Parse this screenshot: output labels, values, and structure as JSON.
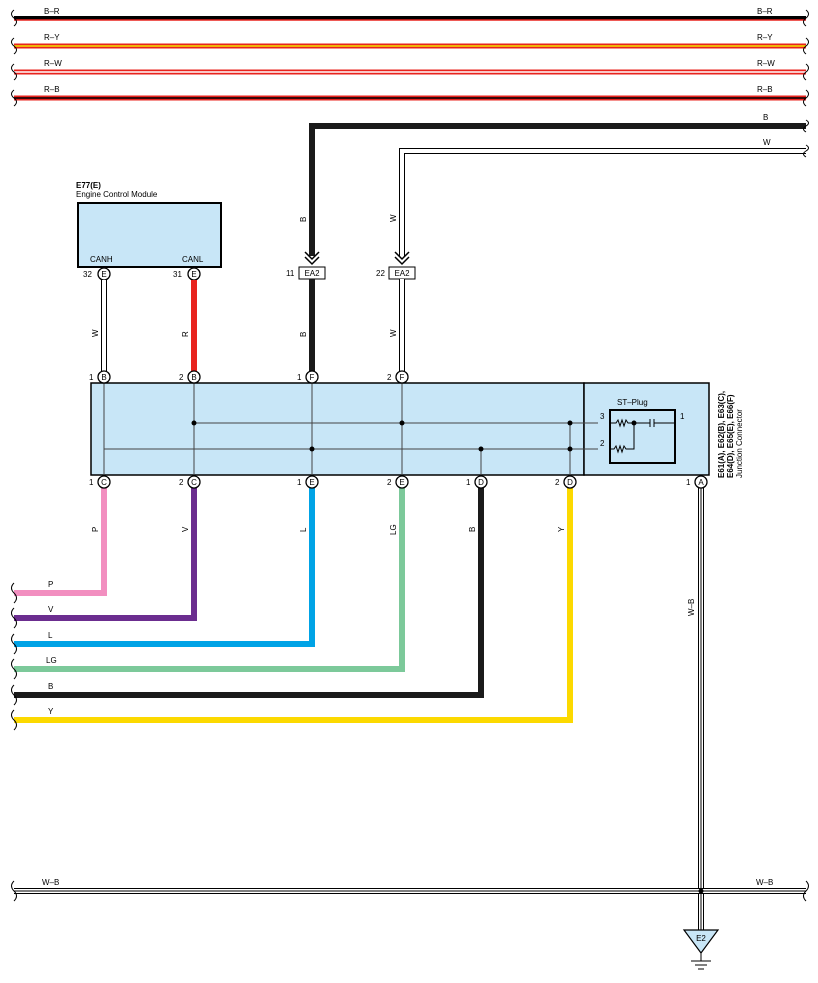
{
  "top_buses": [
    {
      "label": "B–R",
      "label_right": "B–R",
      "stripe": "#000000",
      "base": "#000000"
    },
    {
      "label": "R–Y",
      "label_right": "R–Y",
      "stripe": "#f2e600",
      "base": "#e8231e"
    },
    {
      "label": "R–W",
      "label_right": "R–W",
      "stripe": "#ffffff",
      "base": "#e8231e"
    },
    {
      "label": "R–B",
      "label_right": "R–B",
      "stripe": "#000000",
      "base": "#e8231e"
    }
  ],
  "ecm": {
    "code": "E77(E)",
    "name": "Engine Control Module",
    "pin_canh": "CANH",
    "pin_canl": "CANL",
    "canh_num": "32",
    "canh_conn": "E",
    "canl_num": "31",
    "canl_conn": "E"
  },
  "ea2_left": {
    "num": "11",
    "name": "EA2"
  },
  "ea2_right": {
    "num": "22",
    "name": "EA2"
  },
  "wire_labels": {
    "b_top": "B",
    "w_top": "W",
    "b_right": "B",
    "w_right": "W",
    "w_can": "W",
    "r_can": "R",
    "b_mid": "B",
    "w_mid": "W",
    "wb_vert": "W–B"
  },
  "jc": {
    "title": "E61(A), E62(B), E63(C),",
    "title2": "E64(D), E65(E), E66(F)",
    "subtitle": "Junction Connector",
    "st_plug": "ST–Plug",
    "st_pin3": "3",
    "st_pin1": "1",
    "st_pin2": "2",
    "top_pins": [
      {
        "num": "1",
        "conn": "B"
      },
      {
        "num": "2",
        "conn": "B"
      },
      {
        "num": "1",
        "conn": "F"
      },
      {
        "num": "2",
        "conn": "F"
      }
    ],
    "bottom_pins": [
      {
        "num": "1",
        "conn": "C"
      },
      {
        "num": "2",
        "conn": "C"
      },
      {
        "num": "1",
        "conn": "E"
      },
      {
        "num": "2",
        "conn": "E"
      },
      {
        "num": "1",
        "conn": "D"
      },
      {
        "num": "2",
        "conn": "D"
      },
      {
        "num": "1",
        "conn": "A"
      }
    ]
  },
  "bottom_wires": [
    {
      "label": "P",
      "vlabel": "P",
      "color": "#f28fc0"
    },
    {
      "label": "V",
      "vlabel": "V",
      "color": "#6b2d8f"
    },
    {
      "label": "L",
      "vlabel": "L",
      "color": "#00a3e6"
    },
    {
      "label": "LG",
      "vlabel": "LG",
      "color": "#7cc99a"
    },
    {
      "label": "B",
      "vlabel": "B",
      "color": "#1a1a1a"
    },
    {
      "label": "Y",
      "vlabel": "Y",
      "color": "#fcd900"
    }
  ],
  "ground_bus": {
    "label": "W–B",
    "label_right": "W–B"
  },
  "ground": {
    "name": "E2"
  }
}
